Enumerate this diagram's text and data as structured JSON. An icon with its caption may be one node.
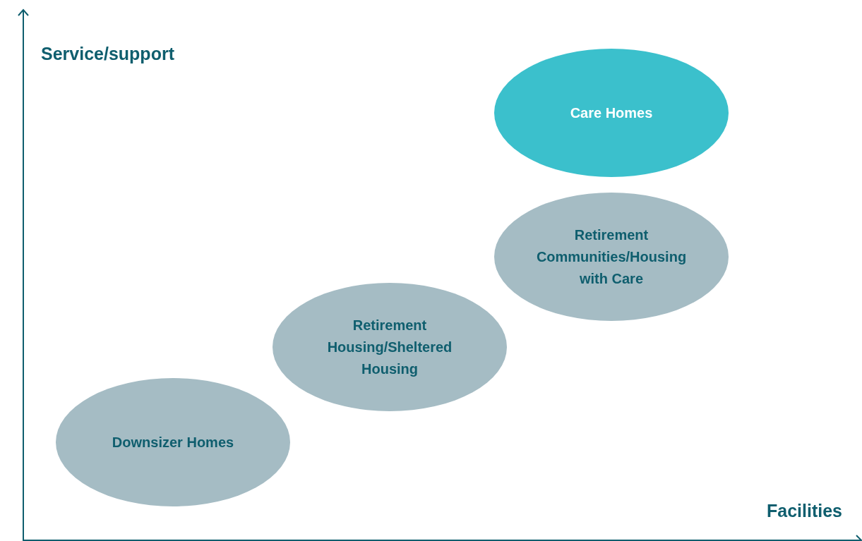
{
  "diagram": {
    "nodes": [
      {
        "text": [
          "Downsizer Homes"
        ]
      },
      {
        "text": [
          "Retirement Housing/Sheltered Housing"
        ]
      },
      {
        "text": [
          "Retirement Communities/Housing with Care"
        ]
      },
      {
        "text": [
          "Care Homes"
        ]
      }
    ],
    "labels": [
      "Service/support",
      "Facilities"
    ]
  }
}
